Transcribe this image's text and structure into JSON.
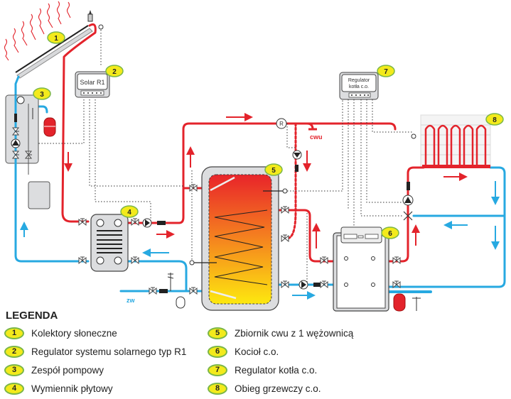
{
  "components": {
    "c1": {
      "number": "1"
    },
    "c2": {
      "number": "2",
      "display_text": "Solar R1"
    },
    "c3": {
      "number": "3"
    },
    "c4": {
      "number": "4"
    },
    "c5": {
      "number": "5"
    },
    "c6": {
      "number": "6"
    },
    "c7": {
      "number": "7",
      "display_line1": "Regulator",
      "display_line2": "kotła c.o."
    },
    "c8": {
      "number": "8"
    }
  },
  "labels": {
    "cwu": "cwu",
    "zw": "zw",
    "recirc": "R"
  },
  "colors": {
    "hot": "#e3232b",
    "cold": "#27a9e1",
    "badge_fill": "#f3ea1b",
    "badge_border": "#7ab648",
    "device_gray": "#dcdddf"
  },
  "legend": {
    "title": "LEGENDA",
    "items": [
      {
        "number": "1",
        "text": "Kolektory słoneczne"
      },
      {
        "number": "2",
        "text": "Regulator systemu solarnego typ R1"
      },
      {
        "number": "3",
        "text": "Zespół pompowy"
      },
      {
        "number": "4",
        "text": "Wymiennik płytowy"
      },
      {
        "number": "5",
        "text": "Zbiornik cwu z 1 wężownicą"
      },
      {
        "number": "6",
        "text": "Kocioł c.o."
      },
      {
        "number": "7",
        "text": "Regulator kotła c.o."
      },
      {
        "number": "8",
        "text": "Obieg grzewczy c.o."
      }
    ]
  }
}
